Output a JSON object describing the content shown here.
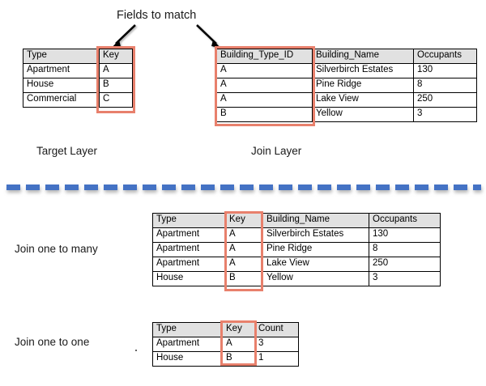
{
  "figure": {
    "title_note": "Fields to match",
    "divider_color": "#4472C4",
    "highlight_color": "#E8806C",
    "header_fill": "#E1E1E1"
  },
  "annotations": {
    "fields_to_match": "Fields to match",
    "target_layer": "Target Layer",
    "join_layer": "Join Layer",
    "join_one_to_many": "Join one to many",
    "join_one_to_one": "Join one to one"
  },
  "target_table": {
    "headers": [
      "Type",
      "Key"
    ],
    "rows": [
      [
        "Apartment",
        "A"
      ],
      [
        "House",
        "B"
      ],
      [
        "Commercial",
        "C"
      ]
    ]
  },
  "join_table": {
    "headers": [
      "Building_Type_ID",
      "Building_Name",
      "Occupants"
    ],
    "rows": [
      [
        "A",
        "Silverbirch Estates",
        "130"
      ],
      [
        "A",
        "Pine Ridge",
        "8"
      ],
      [
        "A",
        "Lake View",
        "250"
      ],
      [
        "B",
        "Yellow",
        "3"
      ]
    ]
  },
  "one_to_many_table": {
    "headers": [
      "Type",
      "Key",
      "Building_Name",
      "Occupants"
    ],
    "rows": [
      [
        "Apartment",
        "A",
        "Silverbirch Estates",
        "130"
      ],
      [
        "Apartment",
        "A",
        "Pine Ridge",
        "8"
      ],
      [
        "Apartment",
        "A",
        "Lake View",
        "250"
      ],
      [
        "House",
        "B",
        "Yellow",
        "3"
      ]
    ]
  },
  "one_to_one_table": {
    "headers": [
      "Type",
      "Key",
      "Count"
    ],
    "rows": [
      [
        "Apartment",
        "A",
        "3"
      ],
      [
        "House",
        "B",
        "1"
      ]
    ]
  }
}
